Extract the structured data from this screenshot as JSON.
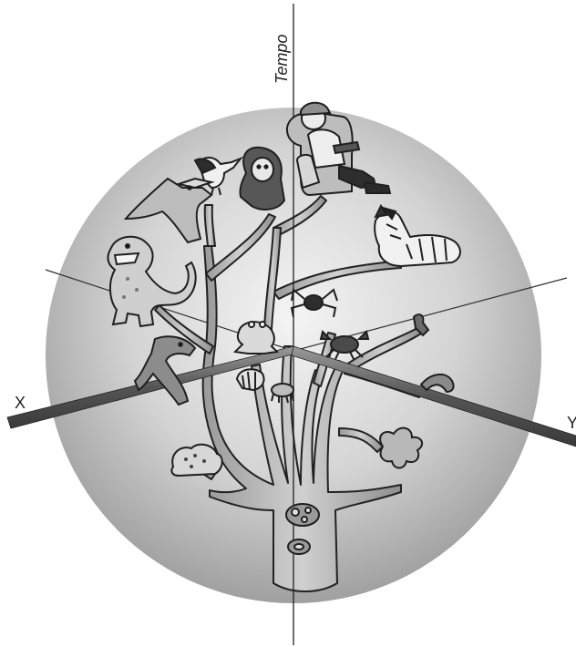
{
  "axes": {
    "time_label": "Tempo",
    "x_label": "X",
    "y_label": "Y"
  },
  "illustration": {
    "organisms": [
      "human-in-armchair-icon",
      "zebra-icon",
      "primate-icon",
      "seagull-icon",
      "pterodactyl-icon",
      "dinosaur-icon",
      "dolphin-icon",
      "frog-icon",
      "spider-icon",
      "crab-icon",
      "worm-icon",
      "shell-icon",
      "jellyfish-icon",
      "sea-anemone-icon",
      "coral-sponge-icon",
      "cell-icon"
    ],
    "colors": {
      "sphere_center": "#f2f2f2",
      "sphere_edge": "#9a9a9a",
      "branch_fill": "#b3b3b3",
      "outline": "#1f1f1f"
    }
  }
}
